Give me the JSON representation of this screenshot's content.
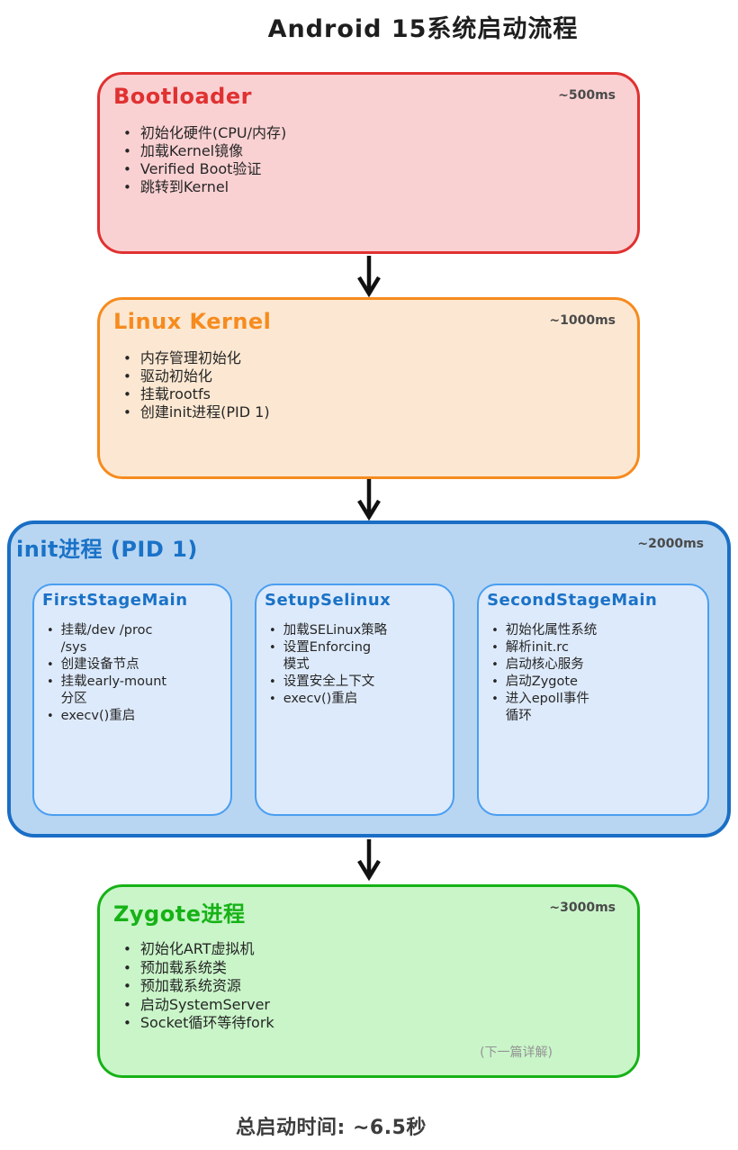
{
  "title": "Android 15系统启动流程",
  "footer": "总启动时间: ~6.5秒",
  "colors": {
    "bootloader_stroke": "#e03131",
    "bootloader_fill": "#fad1d3",
    "kernel_stroke": "#f68b1f",
    "kernel_fill": "#fce8d2",
    "init_stroke": "#1a6ec5",
    "init_fill": "#b8d6f2",
    "init_substage_stroke": "#4a9ef0",
    "init_substage_fill": "#ddeafb",
    "zygote_stroke": "#16b216",
    "zygote_fill": "#c9f5c9",
    "arrow": "#111111",
    "time_label": "#4a4a4a",
    "note": "#949494"
  },
  "stages": {
    "bootloader": {
      "title": "Bootloader",
      "time": "~500ms",
      "items": [
        "初始化硬件(CPU/内存)",
        "加载Kernel镜像",
        "Verified Boot验证",
        "跳转到Kernel"
      ]
    },
    "kernel": {
      "title": "Linux Kernel",
      "time": "~1000ms",
      "items": [
        "内存管理初始化",
        "驱动初始化",
        "挂载rootfs",
        "创建init进程(PID 1)"
      ]
    },
    "init": {
      "title": "init进程 (PID 1)",
      "time": "~2000ms",
      "substages": {
        "first_stage": {
          "title": "FirstStageMain",
          "items": [
            "挂载/dev /proc\n/sys",
            "创建设备节点",
            "挂载early-mount\n分区",
            "execv()重启"
          ]
        },
        "setup_selinux": {
          "title": "SetupSelinux",
          "items": [
            "加载SELinux策略",
            "设置Enforcing\n模式",
            "设置安全上下文",
            "execv()重启"
          ]
        },
        "second_stage": {
          "title": "SecondStageMain",
          "items": [
            "初始化属性系统",
            "解析init.rc",
            "启动核心服务",
            "启动Zygote",
            "进入epoll事件\n循环"
          ]
        }
      }
    },
    "zygote": {
      "title": "Zygote进程",
      "time": "~3000ms",
      "items": [
        "初始化ART虚拟机",
        "预加载系统类",
        "预加载系统资源",
        "启动SystemServer",
        "Socket循环等待fork"
      ],
      "note": "(下一篇详解)"
    }
  }
}
